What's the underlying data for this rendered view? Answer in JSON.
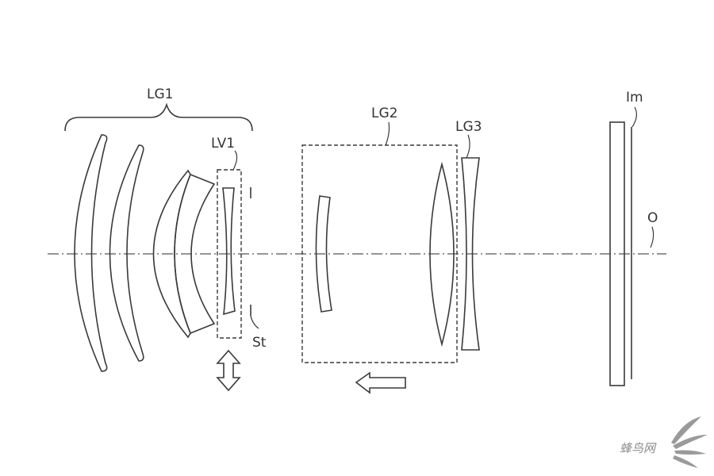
{
  "labels": {
    "lg1": "LG1",
    "lv1": "LV1",
    "lg2": "LG2",
    "lg3": "LG3",
    "st": "St",
    "im": "Im",
    "o": "O"
  },
  "watermark": {
    "text": "蜂鸟网"
  },
  "colors": {
    "line": "#3a3a3a",
    "background": "#ffffff",
    "watermark": "#8a8a8a"
  }
}
